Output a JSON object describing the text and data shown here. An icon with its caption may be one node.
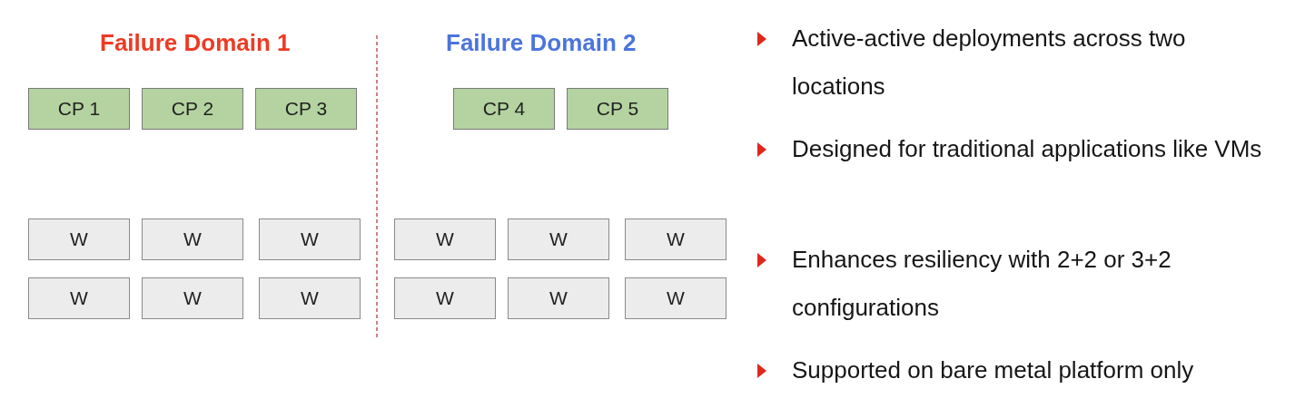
{
  "diagram": {
    "nodes": [
      {
        "text": [
          "CP 1"
        ]
      },
      {
        "text": [
          "CP 2"
        ]
      },
      {
        "text": [
          "CP 3"
        ]
      },
      {
        "text": [
          "CP 4"
        ]
      },
      {
        "text": [
          "CP 5"
        ]
      },
      {
        "text": [
          "W"
        ]
      },
      {
        "text": [
          "W"
        ]
      },
      {
        "text": [
          "W"
        ]
      },
      {
        "text": [
          "W"
        ]
      },
      {
        "text": [
          "W"
        ]
      },
      {
        "text": [
          "W"
        ]
      },
      {
        "text": [
          "W"
        ]
      },
      {
        "text": [
          "W"
        ]
      },
      {
        "text": [
          "W"
        ]
      },
      {
        "text": [
          "W"
        ]
      },
      {
        "text": [
          "W"
        ]
      },
      {
        "text": [
          "W"
        ]
      }
    ],
    "labels": [
      "Failure Domain 1",
      "Failure Domain 2",
      "Active-active deployments across two locations",
      "Designed for traditional applications like VMs",
      "Enhances resiliency with 2+2 or 3+2 configurations",
      "Supported on bare metal platform only"
    ]
  }
}
